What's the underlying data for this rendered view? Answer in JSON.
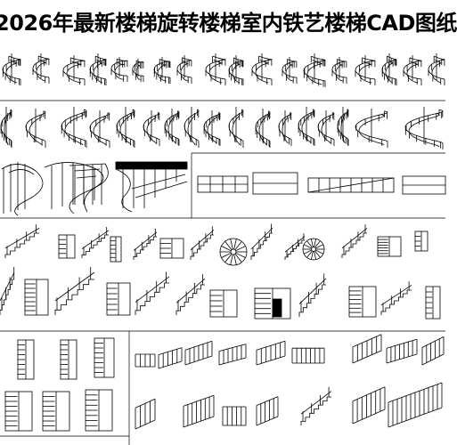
{
  "banner": {
    "title": "2026年最新楼梯旋转楼梯室内铁艺楼梯CAD图纸"
  },
  "colors": {
    "background": "#ffffff",
    "linework": "#000000"
  },
  "sections": [
    {
      "name": "spiral-stair-3d-row-1"
    },
    {
      "name": "spiral-stair-3d-row-2"
    },
    {
      "name": "curved-stair-elevations"
    },
    {
      "name": "stair-plans-and-sections"
    },
    {
      "name": "railing-elevations"
    }
  ]
}
